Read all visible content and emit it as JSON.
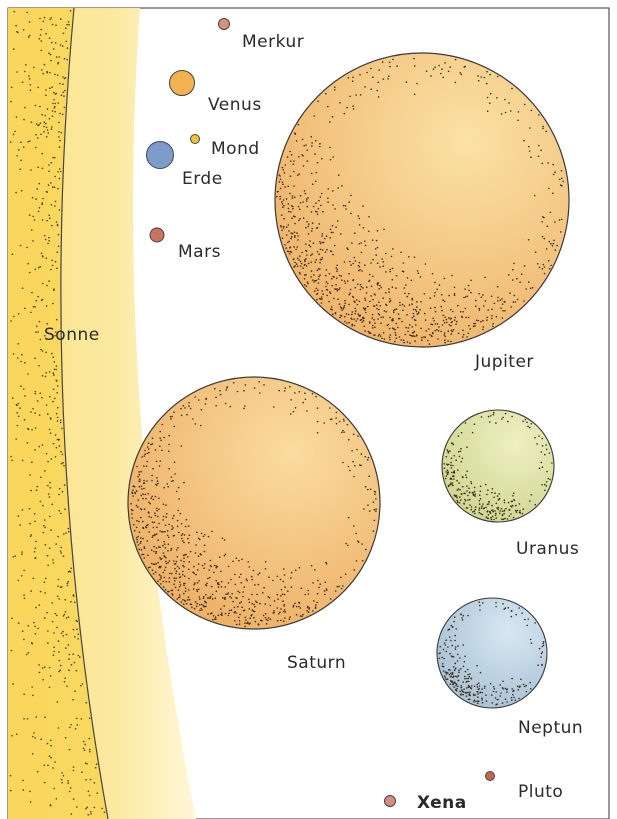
{
  "sun": {
    "name": "Sonne",
    "color": "#f7d35a"
  },
  "planets": {
    "mercury": {
      "name": "Merkur",
      "color": "#d9917a"
    },
    "venus": {
      "name": "Venus",
      "color": "#f2b24f"
    },
    "moon": {
      "name": "Mond",
      "color": "#f0c33a"
    },
    "earth": {
      "name": "Erde",
      "color": "#7d9ccc"
    },
    "mars": {
      "name": "Mars",
      "color": "#c9745e"
    },
    "jupiter": {
      "name": "Jupiter",
      "color": "#f3c580"
    },
    "saturn": {
      "name": "Saturn",
      "color": "#f3c07a"
    },
    "uranus": {
      "name": "Uranus",
      "color": "#dde3a5"
    },
    "neptune": {
      "name": "Neptun",
      "color": "#b9cfe0"
    },
    "pluto": {
      "name": "Pluto",
      "color": "#c0664a"
    },
    "xena": {
      "name": "Xena",
      "color": "#d58c86"
    }
  }
}
